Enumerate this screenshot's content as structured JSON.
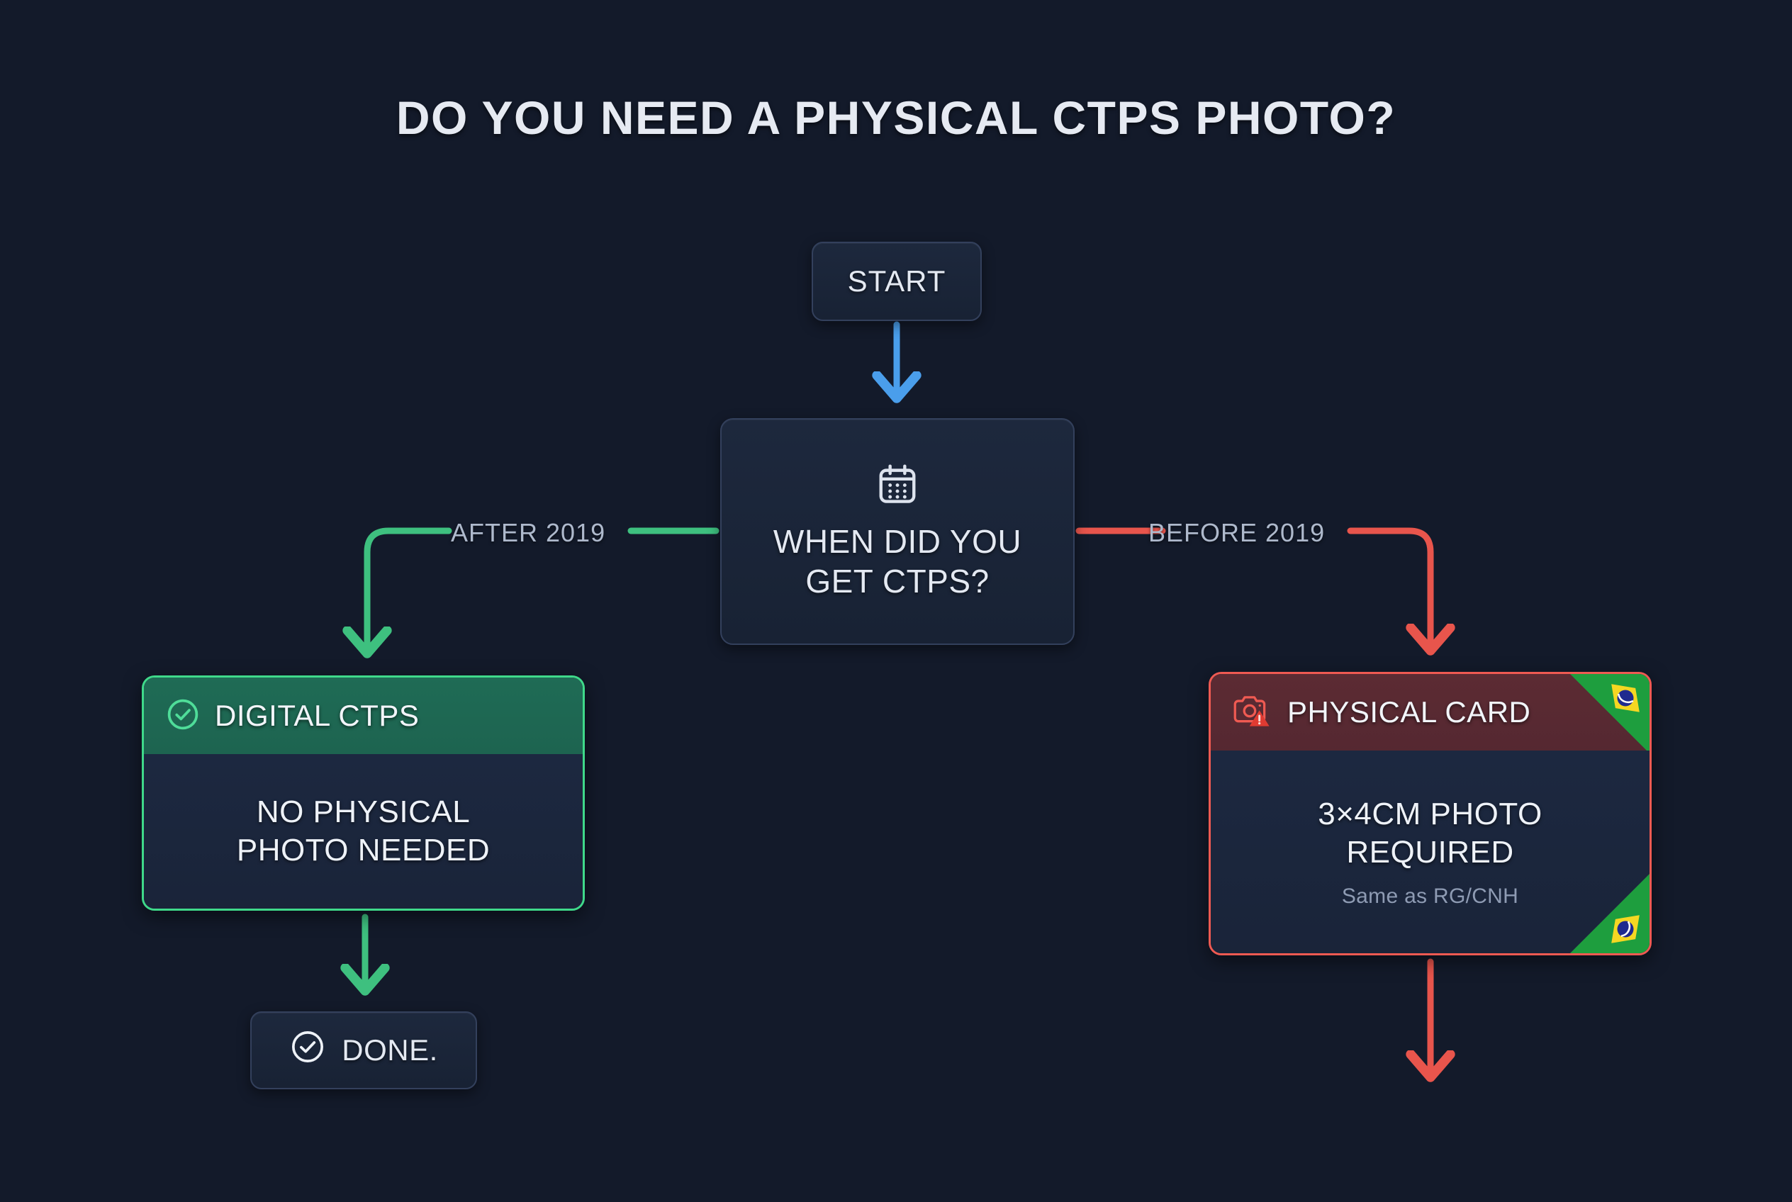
{
  "title": "DO YOU NEED A PHYSICAL CTPS PHOTO?",
  "nodes": {
    "start": {
      "label": "START"
    },
    "decision": {
      "icon": "calendar-icon",
      "line1": "WHEN DID YOU",
      "line2": "GET CTPS?"
    },
    "done": {
      "icon": "check-circle-icon",
      "label": "DONE."
    }
  },
  "edges": {
    "after_2019": "AFTER 2019",
    "before_2019": "BEFORE 2019"
  },
  "cards": {
    "digital": {
      "icon": "check-circle-icon",
      "header": "DIGITAL CTPS",
      "line1": "NO PHYSICAL",
      "line2": "PHOTO NEEDED",
      "accent": "#3fd98a"
    },
    "physical": {
      "icon": "camera-warning-icon",
      "header": "PHYSICAL CARD",
      "line1": "3×4CM PHOTO",
      "line2": "REQUIRED",
      "subtitle": "Same as RG/CNH",
      "accent": "#ef5a52",
      "flag": "brazil-flag-corner"
    }
  },
  "colors": {
    "background": "#131a2a",
    "arrow_start": "#4a9eeb",
    "arrow_green": "#3ec07f",
    "arrow_red": "#e8554c",
    "flag_green": "#1e9e3e",
    "flag_yellow": "#f5d722",
    "flag_blue": "#1f2a8f"
  }
}
